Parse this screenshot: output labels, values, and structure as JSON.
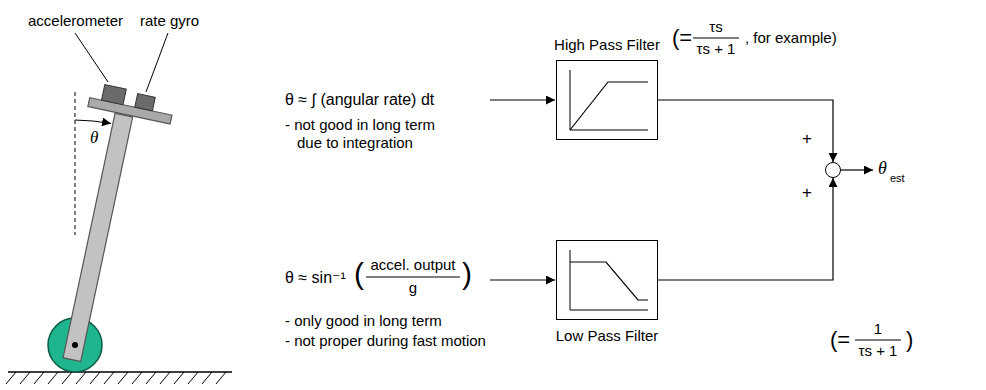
{
  "diagram": {
    "nodes": [
      {
        "text": [
          "High Pass Filter"
        ]
      },
      {
        "text": [
          "Low Pass Filter"
        ]
      },
      {
        "text": [
          "+",
          "+"
        ]
      }
    ],
    "edges": [
      {
        "from": 0,
        "to": 2,
        "arrow": "to"
      },
      {
        "from": 1,
        "to": 2,
        "arrow": "to"
      }
    ],
    "labels": [
      "accelerometer",
      "rate gyro",
      "θ",
      "θ ≈ ∫ (angular rate) dt",
      "- not good in long term due to integration",
      "θ ≈ sin⁻¹",
      "(",
      "accel. output",
      "g",
      ")",
      "- only good in long term",
      "- not proper during fast motion",
      "(=",
      "τs",
      "τs + 1",
      ", for example)",
      "(=",
      "1",
      "τs + 1",
      ")",
      "θ",
      "est"
    ]
  }
}
